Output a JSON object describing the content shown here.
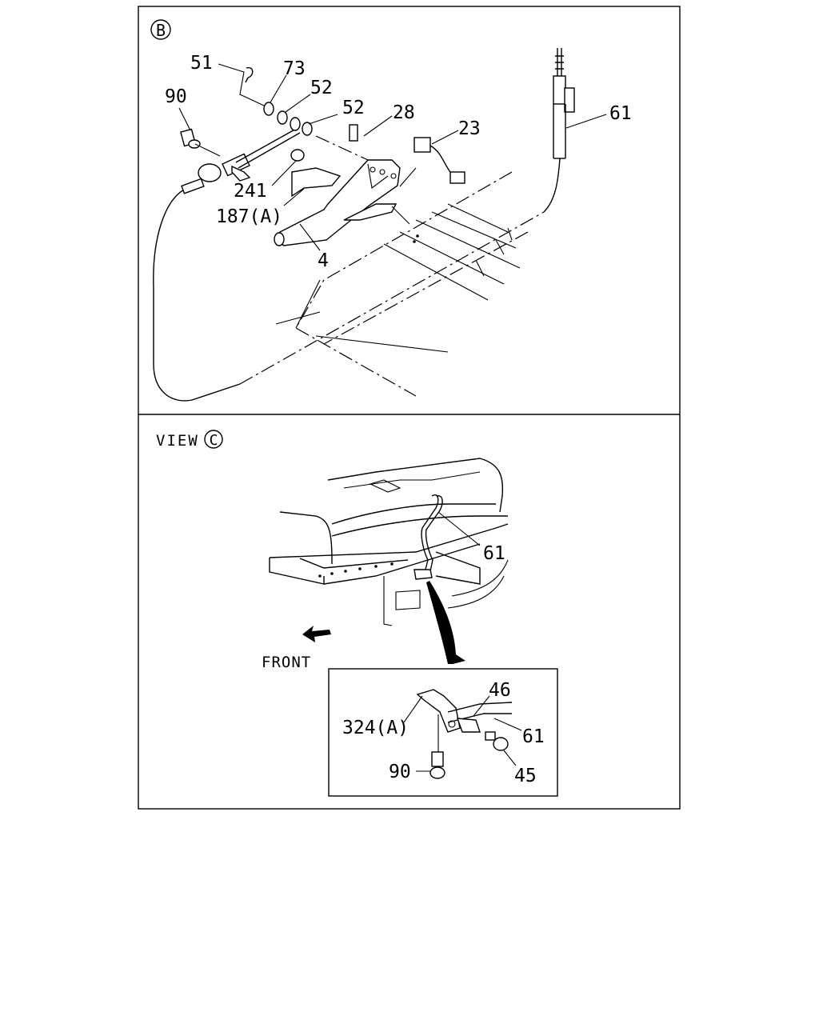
{
  "panel_b": {
    "marker": "B",
    "callouts": [
      "51",
      "73",
      "52",
      "52",
      "90",
      "28",
      "23",
      "61",
      "241",
      "187(A)",
      "4"
    ]
  },
  "panel_c": {
    "view_label": "VIEW",
    "view_marker": "C",
    "callout_main": "61",
    "front_label": "FRONT",
    "detail_callouts": [
      "46",
      "324(A)",
      "61",
      "90",
      "45"
    ]
  }
}
